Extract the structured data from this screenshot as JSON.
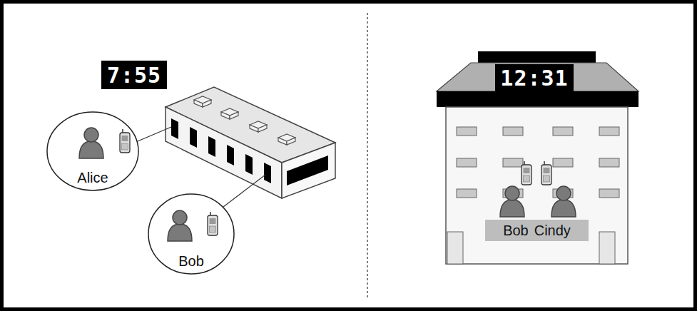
{
  "diagram": {
    "nodes": [
      {
        "text": [
          "7:55"
        ]
      },
      {
        "text": [
          "Alice"
        ]
      },
      {
        "text": [
          "Bob"
        ]
      },
      {
        "text": [
          "12:31"
        ]
      },
      {
        "text": [
          "Bob",
          "Cindy"
        ]
      }
    ]
  }
}
